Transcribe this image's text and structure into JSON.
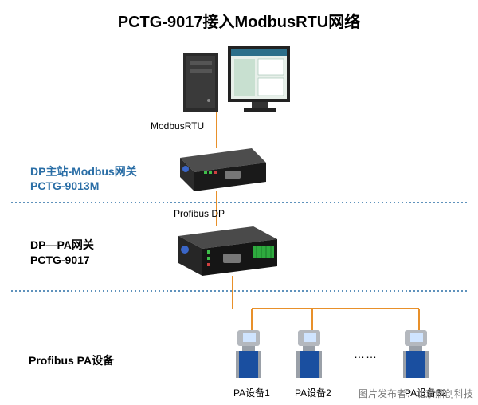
{
  "title": "PCTG-9017接入ModbusRTU网络",
  "links": {
    "modbus": "ModbusRTU",
    "profibus_dp": "Profibus DP"
  },
  "gateway_master": {
    "line1": "DP主站-Modbus网关",
    "line2": "PCTG-9013M",
    "color": "#2a6ea6"
  },
  "gateway_pa": {
    "line1": "DP—PA网关",
    "line2": "PCTG-9017"
  },
  "field_level": {
    "label": "Profibus PA设备",
    "ellipsis": "……",
    "devices": [
      "PA设备1",
      "PA设备2",
      "PA设备32"
    ]
  },
  "watermark": "图片发布者：北京鼎创科技",
  "colors": {
    "link_line": "#e8902a",
    "divider": "#2a6ea6",
    "meter_blue": "#1a4fa0"
  },
  "icons": [
    "computer-tower-icon",
    "monitor-icon",
    "gateway-device-icon",
    "flowmeter-icon"
  ]
}
